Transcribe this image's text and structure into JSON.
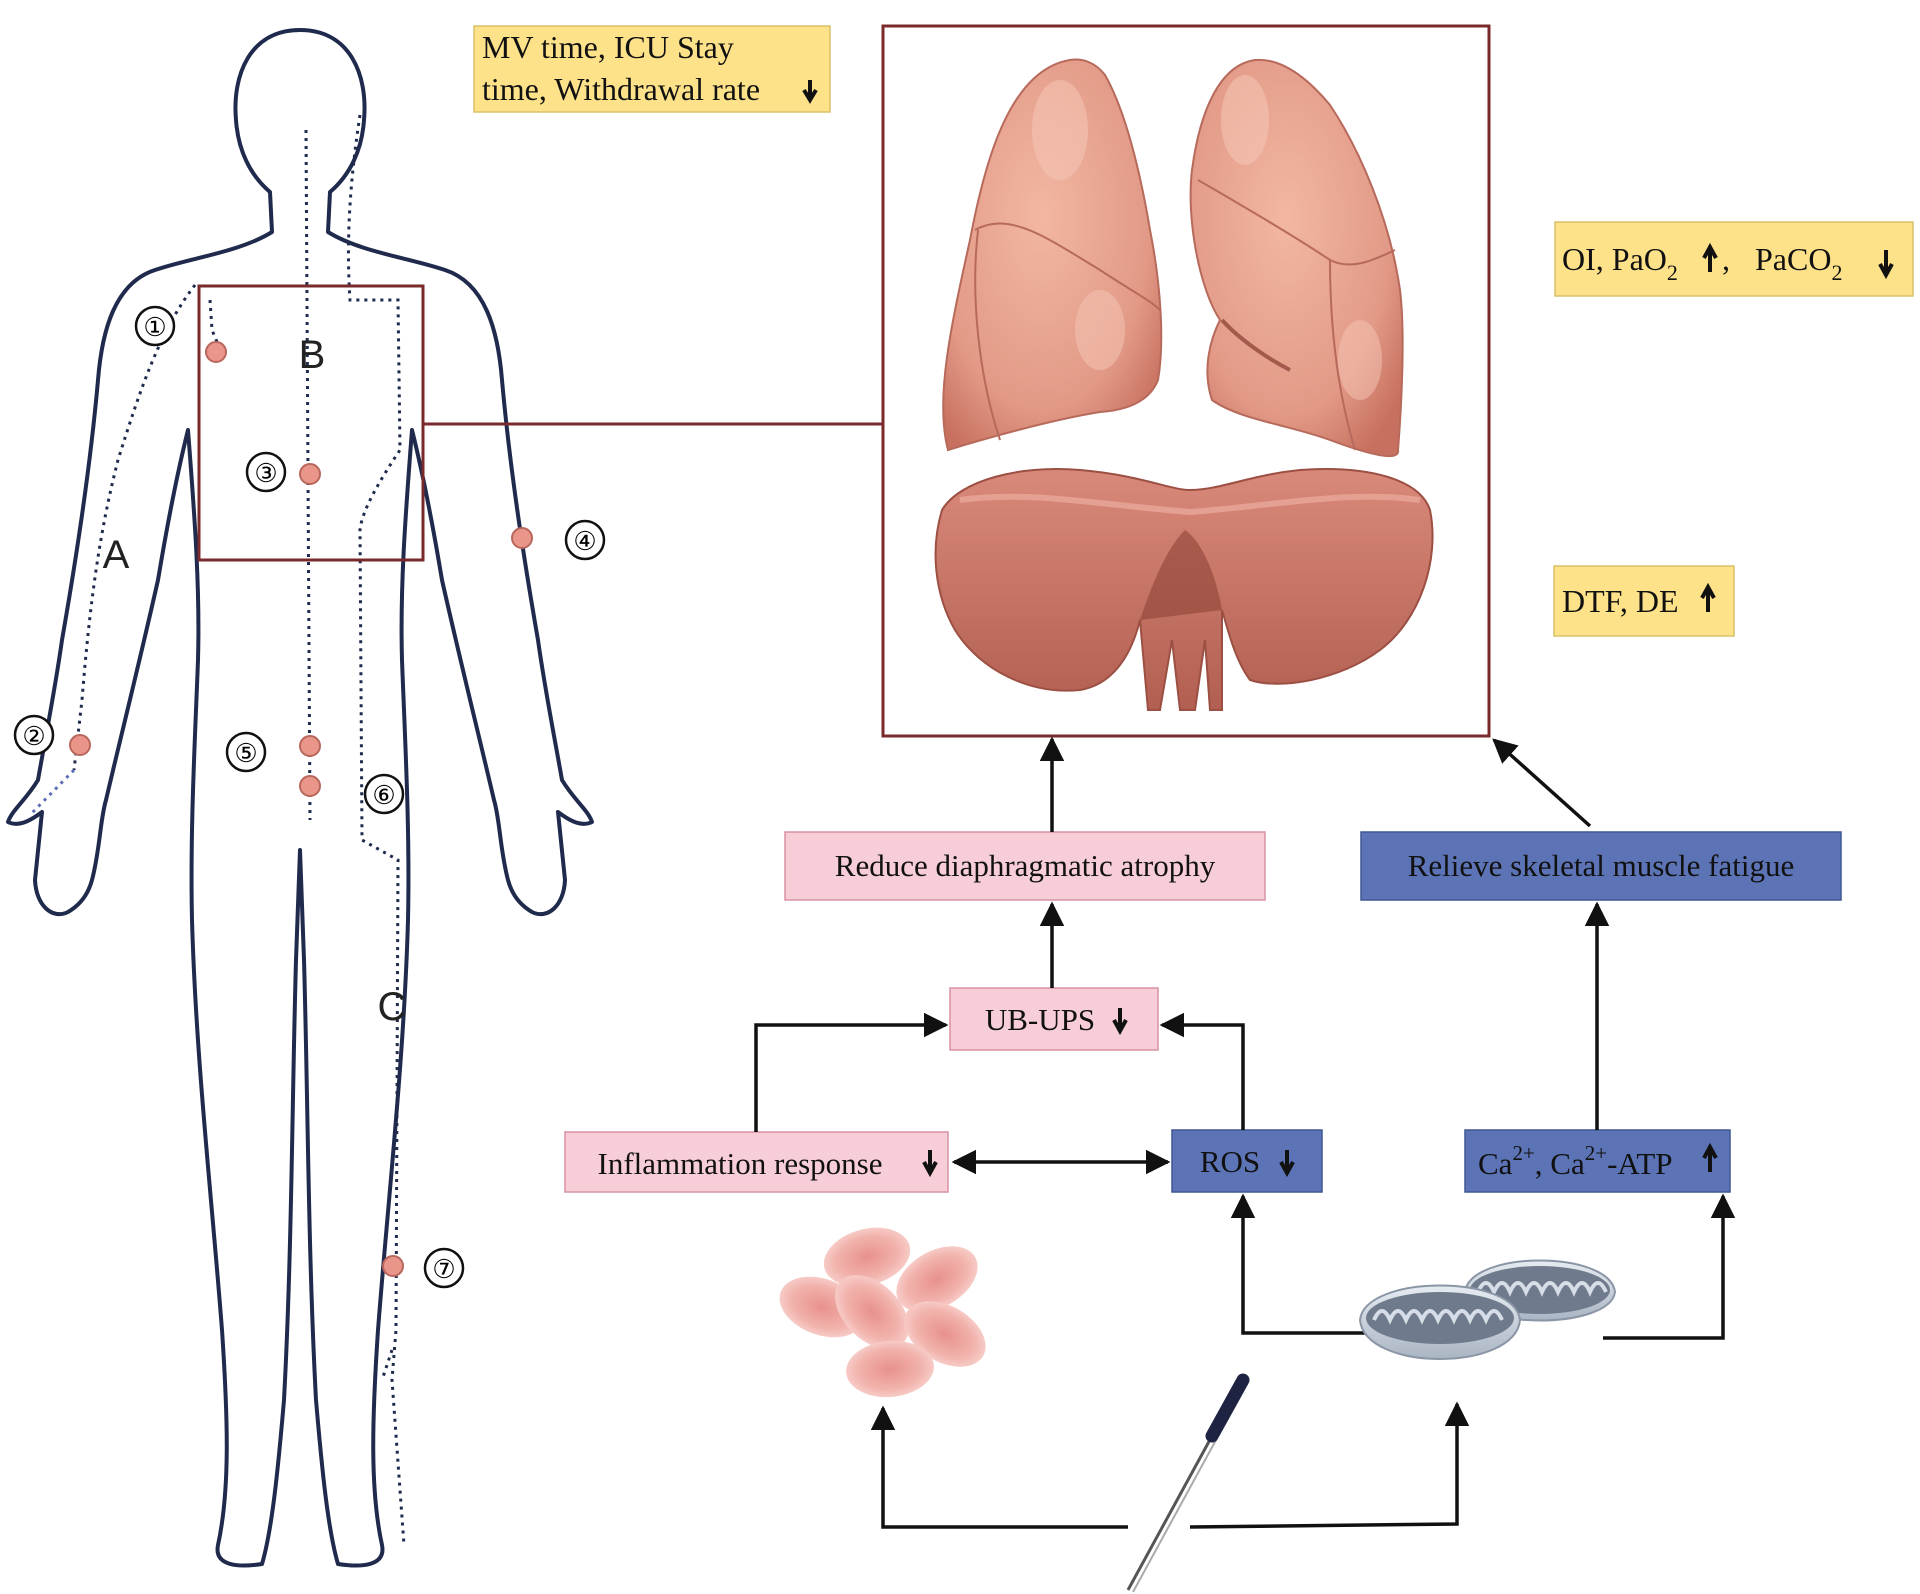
{
  "outcomes": {
    "clinical": "MV time, ICU Stay time, Withdrawal rate",
    "clinical_line1": "MV time, ICU Stay",
    "clinical_line2": "time, Withdrawal rate",
    "blood_gas": {
      "oi": "OI, PaO",
      "paco": "PaCO",
      "sub": "2"
    },
    "diaphragm": "DTF, DE"
  },
  "acupoints": {
    "meridian_labels": [
      "A",
      "B",
      "C"
    ],
    "points": [
      "①",
      "②",
      "③",
      "④",
      "⑤",
      "⑥",
      "⑦"
    ]
  },
  "mechanism": {
    "reduce_atrophy": "Reduce diaphragmatic atrophy",
    "relieve_fatigue": "Relieve skeletal muscle fatigue",
    "ub_ups": "UB-UPS",
    "inflammation": "Inflammation response",
    "ros": "ROS",
    "calcium": {
      "ca1": "Ca",
      "ca2": ", Ca",
      "atp": "-ATP",
      "sup": "2+"
    }
  },
  "colors": {
    "outcome_fill": "#fde28a",
    "pink_box": "#f7cdd7",
    "blue_box": "#5c74b6",
    "frame": "#7a2a2a",
    "body_outline": "#1f2a4d",
    "acupoint": "#e9958a"
  }
}
